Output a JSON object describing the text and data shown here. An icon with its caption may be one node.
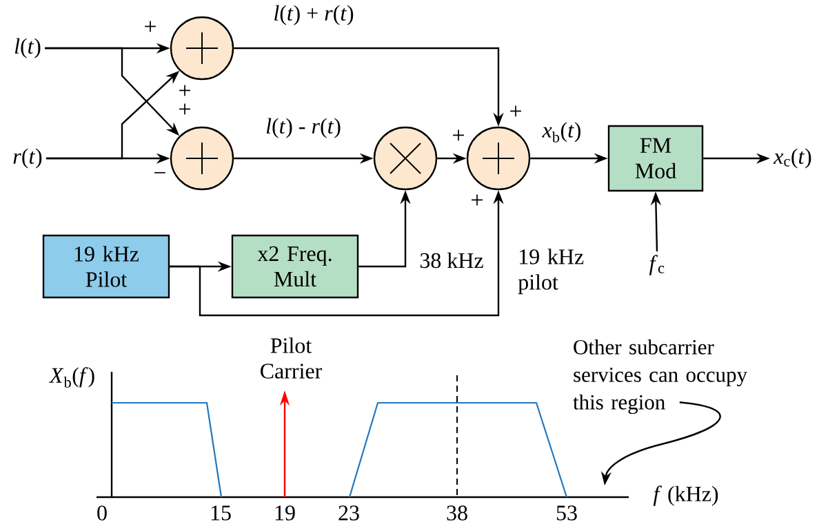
{
  "diagram": {
    "nodes": [
      {
        "text": [
          "*l*(*t*)"
        ]
      },
      {
        "text": [
          "*r*(*t*)"
        ]
      },
      {
        "text": [],
        "shape": "circle"
      },
      {
        "text": [],
        "shape": "circle"
      },
      {
        "text": [],
        "shape": "circle"
      },
      {
        "text": [],
        "shape": "circle"
      },
      {
        "text": [
          "FM Mod"
        ]
      },
      {
        "text": [
          "*x*$_{c}$(*t*)"
        ]
      },
      {
        "text": [
          "*f*$_{c}$"
        ]
      },
      {
        "text": [
          "19 kHz Pilot"
        ]
      },
      {
        "text": [
          "x2 Freq. Mult"
        ]
      },
      {
        "text": [
          "Other subcarrier services can occupy this region"
        ]
      }
    ],
    "edges": [
      {
        "from": 0,
        "to": 2,
        "arrow": "to"
      },
      {
        "from": 0,
        "to": 3,
        "arrow": "to"
      },
      {
        "from": 1,
        "to": 3,
        "arrow": "to"
      },
      {
        "from": 1,
        "to": 2,
        "arrow": "to"
      },
      {
        "from": 2,
        "to": 5,
        "arrow": "to",
        "label": "*l*(*t*) + *r*(*t*)"
      },
      {
        "from": 3,
        "to": 4,
        "arrow": "to",
        "label": "*l*(*t*) - *r*(*t*)"
      },
      {
        "from": 4,
        "to": 5,
        "arrow": "to"
      },
      {
        "from": 10,
        "to": 4,
        "arrow": "to",
        "label": "38 kHz"
      },
      {
        "from": 9,
        "to": 10,
        "arrow": "to"
      },
      {
        "from": 9,
        "to": 5,
        "arrow": "to",
        "label": "19 kHz pilot"
      },
      {
        "from": 5,
        "to": 6,
        "arrow": "to",
        "label": "*x*$_{b}$(*t*)"
      },
      {
        "from": 6,
        "to": 7,
        "arrow": "to"
      },
      {
        "from": 8,
        "to": 6,
        "arrow": "to"
      },
      {
        "from": 11,
        "to": null,
        "arrow": "to"
      }
    ],
    "labels": [
      "+",
      "+",
      "+",
      "−",
      "+",
      "+",
      "+",
      "Pilot Carrier",
      "*X*$_{b}$(*f*)",
      "0",
      "15",
      "19",
      "23",
      "38",
      "53",
      "*f* (kHz)"
    ]
  }
}
